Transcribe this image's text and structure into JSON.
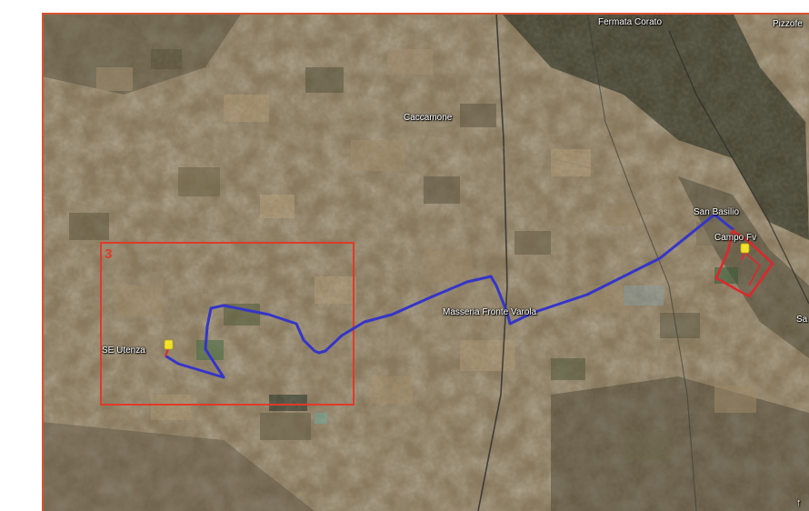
{
  "map": {
    "labels": {
      "fermata": "Fermata Corato",
      "pizzofe": "Pizzofe",
      "caccamone": "Caccamone",
      "san_basilio": "San Basilio",
      "campo_fv": "Campo Fv",
      "masseria": "Masseria Fronte Varola",
      "se_utenza": "SE Utenza",
      "edge_right": "Sa"
    },
    "inset_box_number": "3",
    "north_arrow": "↑",
    "colors": {
      "frame": "#d9502f",
      "inset_box": "#e03a2a",
      "cable_route": "#3535c8",
      "site_outline": "#e0262a",
      "pin": "#f2e22a",
      "label_text": "#ffffff"
    }
  }
}
